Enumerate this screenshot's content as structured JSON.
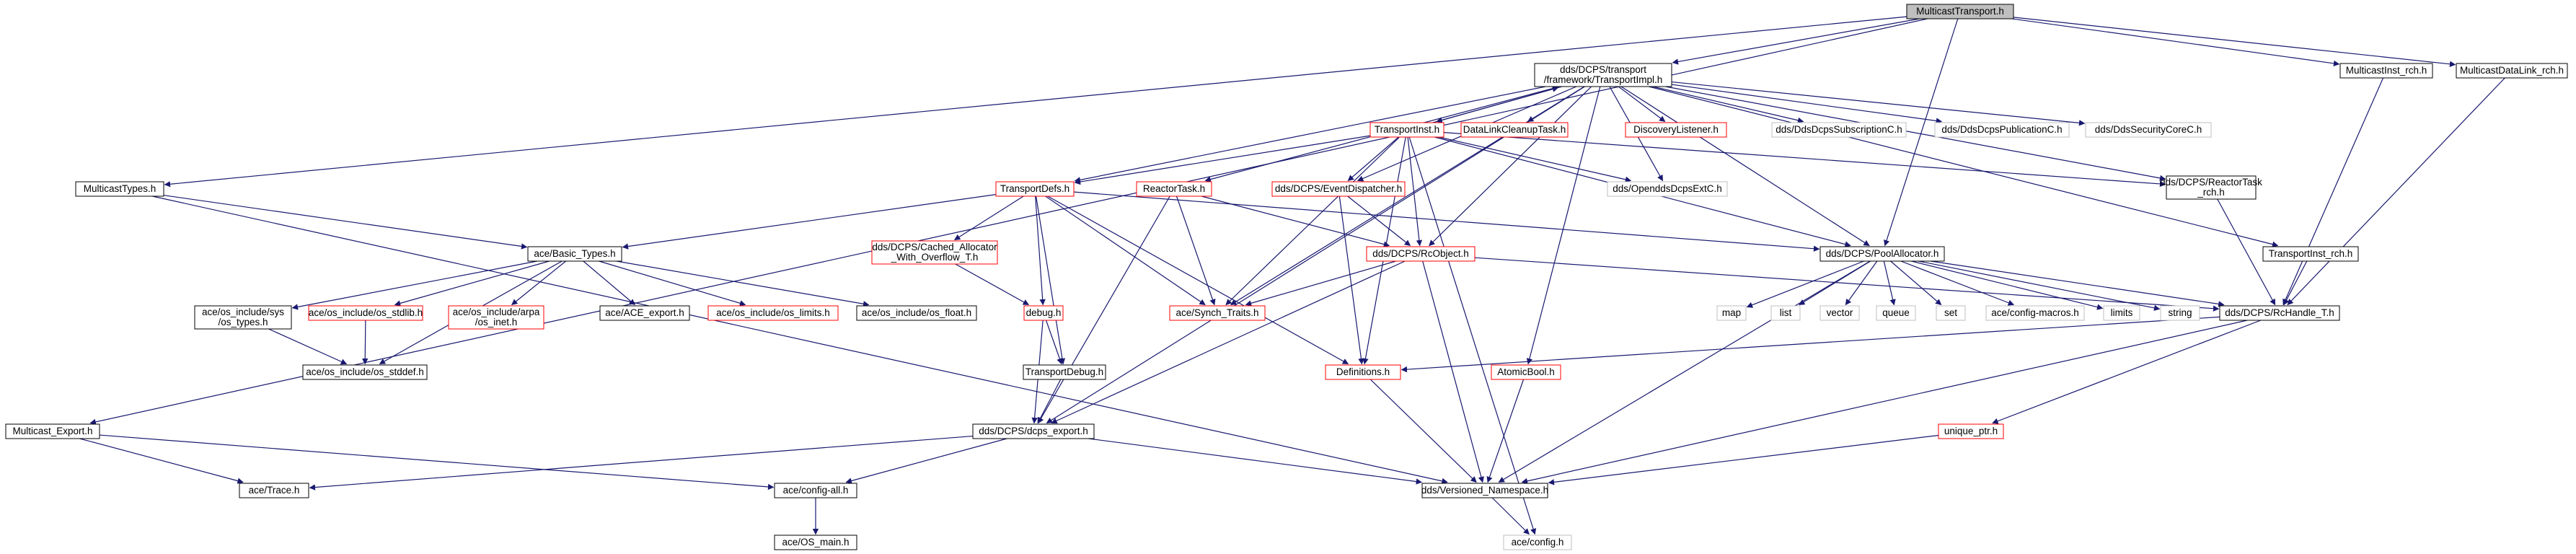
{
  "colors": {
    "edge": "#191970",
    "root_fill": "#bfbfbf",
    "node_fill": "#ffffff",
    "normal_border": "#000000",
    "red_border": "#ff0000",
    "gray_border": "#bfbfbf",
    "text": "#000000"
  },
  "nodes": [
    {
      "id": "mt",
      "style": "root",
      "lines": [
        "MulticastTransport.h"
      ]
    },
    {
      "id": "me",
      "style": "normal",
      "lines": [
        "Multicast_Export.h"
      ]
    },
    {
      "id": "ti",
      "style": "normal",
      "lines": [
        "dds/DCPS/transport",
        "/framework/TransportImpl.h"
      ]
    },
    {
      "id": "mir",
      "style": "normal",
      "lines": [
        "MulticastInst_rch.h"
      ]
    },
    {
      "id": "mdlr",
      "style": "normal",
      "lines": [
        "MulticastDataLink_rch.h"
      ]
    },
    {
      "id": "mty",
      "style": "normal",
      "lines": [
        "MulticastTypes.h"
      ]
    },
    {
      "id": "tinst",
      "style": "red",
      "lines": [
        "TransportInst.h"
      ]
    },
    {
      "id": "dlct",
      "style": "red",
      "lines": [
        "DataLinkCleanupTask.h"
      ]
    },
    {
      "id": "dlis",
      "style": "red",
      "lines": [
        "DiscoveryListener.h"
      ]
    },
    {
      "id": "dsub",
      "style": "gray",
      "lines": [
        "dds/DdsDcpsSubscriptionC.h"
      ]
    },
    {
      "id": "dpub",
      "style": "gray",
      "lines": [
        "dds/DdsDcpsPublicationC.h"
      ]
    },
    {
      "id": "dsec",
      "style": "gray",
      "lines": [
        "dds/DdsSecurityCoreC.h"
      ]
    },
    {
      "id": "tdefs",
      "style": "red",
      "lines": [
        "TransportDefs.h"
      ]
    },
    {
      "id": "rtask",
      "style": "red",
      "lines": [
        "ReactorTask.h"
      ]
    },
    {
      "id": "evd",
      "style": "red",
      "lines": [
        "dds/DCPS/EventDispatcher.h"
      ]
    },
    {
      "id": "odext",
      "style": "gray",
      "lines": [
        "dds/OpenddsDcpsExtC.h"
      ]
    },
    {
      "id": "rtrch",
      "style": "normal",
      "lines": [
        "dds/DCPS/ReactorTask",
        "_rch.h"
      ]
    },
    {
      "id": "tirch",
      "style": "normal",
      "lines": [
        "TransportInst_rch.h"
      ]
    },
    {
      "id": "bt",
      "style": "normal",
      "lines": [
        "ace/Basic_Types.h"
      ]
    },
    {
      "id": "caow",
      "style": "red",
      "lines": [
        "dds/DCPS/Cached_Allocator",
        "_With_Overflow_T.h"
      ]
    },
    {
      "id": "rco",
      "style": "red",
      "lines": [
        "dds/DCPS/RcObject.h"
      ]
    },
    {
      "id": "pa",
      "style": "normal",
      "lines": [
        "dds/DCPS/PoolAllocator.h"
      ]
    },
    {
      "id": "ost",
      "style": "normal",
      "lines": [
        "ace/os_include/sys",
        "/os_types.h"
      ]
    },
    {
      "id": "osl",
      "style": "red",
      "lines": [
        "ace/os_include/os_stdlib.h"
      ]
    },
    {
      "id": "osi",
      "style": "red",
      "lines": [
        "ace/os_include/arpa",
        "/os_inet.h"
      ]
    },
    {
      "id": "acex",
      "style": "normal",
      "lines": [
        "ace/ACE_export.h"
      ]
    },
    {
      "id": "oslim",
      "style": "red",
      "lines": [
        "ace/os_include/os_limits.h"
      ]
    },
    {
      "id": "osf",
      "style": "normal",
      "lines": [
        "ace/os_include/os_float.h"
      ]
    },
    {
      "id": "dbg",
      "style": "red",
      "lines": [
        "debug.h"
      ]
    },
    {
      "id": "st",
      "style": "red",
      "lines": [
        "ace/Synch_Traits.h"
      ]
    },
    {
      "id": "map",
      "style": "gray",
      "lines": [
        "map"
      ]
    },
    {
      "id": "list",
      "style": "gray",
      "lines": [
        "list"
      ]
    },
    {
      "id": "vector",
      "style": "gray",
      "lines": [
        "vector"
      ]
    },
    {
      "id": "queue",
      "style": "gray",
      "lines": [
        "queue"
      ]
    },
    {
      "id": "set",
      "style": "gray",
      "lines": [
        "set"
      ]
    },
    {
      "id": "acm",
      "style": "gray",
      "lines": [
        "ace/config-macros.h"
      ]
    },
    {
      "id": "limits",
      "style": "gray",
      "lines": [
        "limits"
      ]
    },
    {
      "id": "string",
      "style": "gray",
      "lines": [
        "string"
      ]
    },
    {
      "id": "rch",
      "style": "normal",
      "lines": [
        "dds/DCPS/RcHandle_T.h"
      ]
    },
    {
      "id": "osstd",
      "style": "normal",
      "lines": [
        "ace/os_include/os_stddef.h"
      ]
    },
    {
      "id": "tdbg",
      "style": "normal",
      "lines": [
        "TransportDebug.h"
      ]
    },
    {
      "id": "defs",
      "style": "red",
      "lines": [
        "Definitions.h"
      ]
    },
    {
      "id": "abool",
      "style": "red",
      "lines": [
        "AtomicBool.h"
      ]
    },
    {
      "id": "dexp",
      "style": "normal",
      "lines": [
        "dds/DCPS/dcps_export.h"
      ]
    },
    {
      "id": "uptr",
      "style": "red",
      "lines": [
        "unique_ptr.h"
      ]
    },
    {
      "id": "trace",
      "style": "normal",
      "lines": [
        "ace/Trace.h"
      ]
    },
    {
      "id": "cfga",
      "style": "normal",
      "lines": [
        "ace/config-all.h"
      ]
    },
    {
      "id": "vns",
      "style": "normal",
      "lines": [
        "dds/Versioned_Namespace.h"
      ]
    },
    {
      "id": "osmain",
      "style": "normal",
      "lines": [
        "ace/OS_main.h"
      ]
    },
    {
      "id": "cfg",
      "style": "gray",
      "lines": [
        "ace/config.h"
      ]
    }
  ],
  "edges": [
    [
      "mt",
      "me"
    ],
    [
      "mt",
      "ti"
    ],
    [
      "mt",
      "mir"
    ],
    [
      "mt",
      "mdlr"
    ],
    [
      "mt",
      "mty"
    ],
    [
      "mt",
      "pa"
    ],
    [
      "me",
      "trace"
    ],
    [
      "me",
      "cfga"
    ],
    [
      "mir",
      "rch"
    ],
    [
      "mdlr",
      "rch"
    ],
    [
      "mty",
      "bt"
    ],
    [
      "mty",
      "vns"
    ],
    [
      "ti",
      "tinst"
    ],
    [
      "ti",
      "dlct"
    ],
    [
      "ti",
      "dlis"
    ],
    [
      "ti",
      "dsub"
    ],
    [
      "ti",
      "dpub"
    ],
    [
      "ti",
      "dsec"
    ],
    [
      "ti",
      "tdefs"
    ],
    [
      "ti",
      "rtask"
    ],
    [
      "ti",
      "evd"
    ],
    [
      "ti",
      "odext"
    ],
    [
      "ti",
      "rtrch"
    ],
    [
      "ti",
      "tirch"
    ],
    [
      "ti",
      "rco"
    ],
    [
      "ti",
      "pa"
    ],
    [
      "ti",
      "st"
    ],
    [
      "ti",
      "dexp"
    ],
    [
      "ti",
      "abool"
    ],
    [
      "tinst",
      "ti"
    ],
    [
      "tinst",
      "tdefs"
    ],
    [
      "tinst",
      "evd"
    ],
    [
      "tinst",
      "odext"
    ],
    [
      "tinst",
      "rtrch"
    ],
    [
      "tinst",
      "rco"
    ],
    [
      "tinst",
      "pa"
    ],
    [
      "tinst",
      "st"
    ],
    [
      "tinst",
      "defs"
    ],
    [
      "tinst",
      "cfg"
    ],
    [
      "tdefs",
      "bt"
    ],
    [
      "tdefs",
      "caow"
    ],
    [
      "tdefs",
      "dbg"
    ],
    [
      "tdefs",
      "tdbg"
    ],
    [
      "tdefs",
      "st"
    ],
    [
      "tdefs",
      "defs"
    ],
    [
      "tdefs",
      "pa"
    ],
    [
      "rtask",
      "rco"
    ],
    [
      "rtask",
      "st"
    ],
    [
      "rtask",
      "dexp"
    ],
    [
      "evd",
      "rco"
    ],
    [
      "evd",
      "defs"
    ],
    [
      "rtrch",
      "rch"
    ],
    [
      "tirch",
      "rch"
    ],
    [
      "bt",
      "ost"
    ],
    [
      "bt",
      "osl"
    ],
    [
      "bt",
      "osi"
    ],
    [
      "bt",
      "acex"
    ],
    [
      "bt",
      "oslim"
    ],
    [
      "bt",
      "osf"
    ],
    [
      "bt",
      "osstd"
    ],
    [
      "ost",
      "osstd"
    ],
    [
      "osl",
      "osstd"
    ],
    [
      "caow",
      "dbg"
    ],
    [
      "dbg",
      "tdbg"
    ],
    [
      "dbg",
      "dexp"
    ],
    [
      "tdbg",
      "dexp"
    ],
    [
      "rco",
      "st"
    ],
    [
      "rco",
      "dexp"
    ],
    [
      "rco",
      "rch"
    ],
    [
      "rco",
      "vns"
    ],
    [
      "pa",
      "map"
    ],
    [
      "pa",
      "list"
    ],
    [
      "pa",
      "vector"
    ],
    [
      "pa",
      "queue"
    ],
    [
      "pa",
      "set"
    ],
    [
      "pa",
      "acm"
    ],
    [
      "pa",
      "limits"
    ],
    [
      "pa",
      "string"
    ],
    [
      "pa",
      "rch"
    ],
    [
      "pa",
      "vns"
    ],
    [
      "rch",
      "defs"
    ],
    [
      "rch",
      "uptr"
    ],
    [
      "rch",
      "vns"
    ],
    [
      "defs",
      "vns"
    ],
    [
      "abool",
      "vns"
    ],
    [
      "uptr",
      "vns"
    ],
    [
      "dexp",
      "trace"
    ],
    [
      "dexp",
      "cfga"
    ],
    [
      "dexp",
      "vns"
    ],
    [
      "cfga",
      "osmain"
    ],
    [
      "vns",
      "cfg"
    ]
  ]
}
